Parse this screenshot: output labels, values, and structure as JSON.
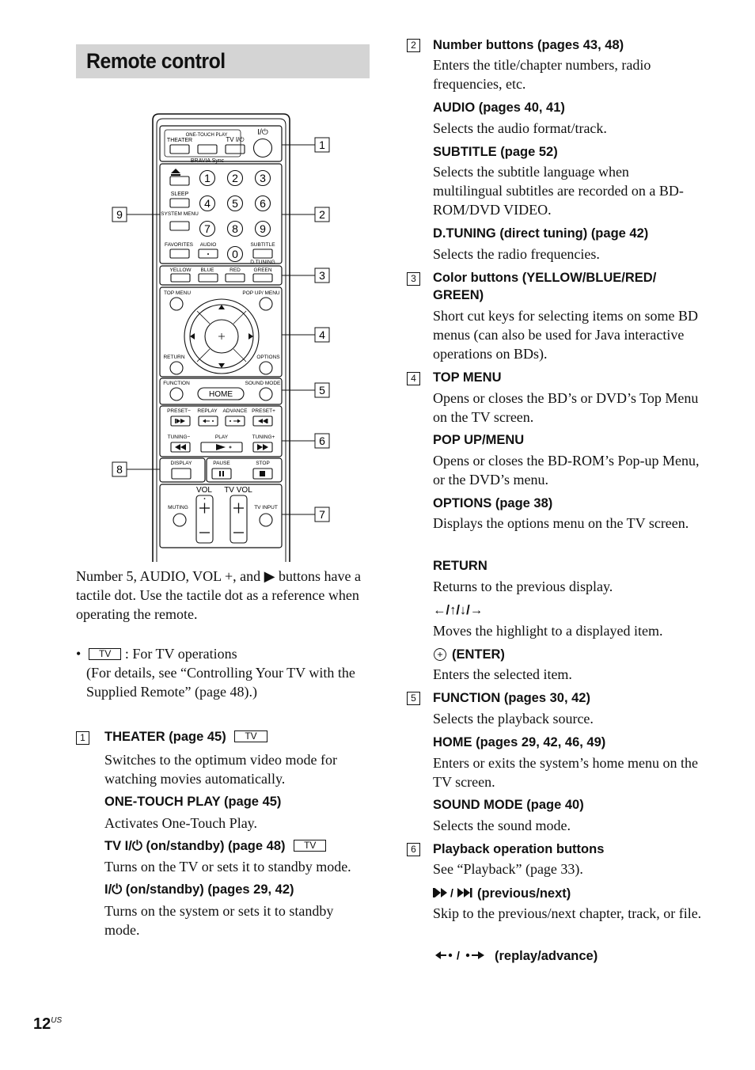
{
  "section_title": "Remote control",
  "remote": {
    "callouts": [
      "1",
      "2",
      "3",
      "4",
      "5",
      "6",
      "7",
      "8",
      "9"
    ],
    "labels": {
      "theater": "THEATER",
      "one_touch_play": "ONE-TOUCH PLAY",
      "tv_power": "TV I/⏻",
      "power": "I/⏻",
      "bravia_sync": "BRAVIA Sync",
      "sleep": "SLEEP",
      "system_menu": "SYSTEM MENU",
      "favorites": "FAVORITES",
      "audio": "AUDIO",
      "subtitle": "SUBTITLE",
      "d_tuning": "D.TUNING",
      "yellow": "YELLOW",
      "blue": "BLUE",
      "red": "RED",
      "green": "GREEN",
      "top_menu": "TOP MENU",
      "popup_menu": "POP UP/ MENU",
      "return": "RETURN",
      "options": "OPTIONS",
      "function": "FUNCTION",
      "home": "HOME",
      "sound_mode": "SOUND MODE",
      "preset_minus": "PRESET−",
      "replay": "REPLAY",
      "advance": "ADVANCE",
      "preset_plus": "PRESET+",
      "tuning_minus": "TUNING−",
      "play": "PLAY",
      "tuning_plus": "TUNING+",
      "display": "DISPLAY",
      "pause": "PAUSE",
      "stop": "STOP",
      "vol": "VOL",
      "tv_vol": "TV VOL",
      "muting": "MUTING",
      "tv_input": "TV INPUT",
      "digits": [
        "1",
        "2",
        "3",
        "4",
        "5",
        "6",
        "7",
        "8",
        "9",
        "0"
      ]
    }
  },
  "left": {
    "tactile_note": "Number 5, AUDIO, VOL +, and ▶ buttons have a tactile dot. Use the tactile dot as a reference when operating the remote.",
    "tv_bullet": "•",
    "tv_badge": "TV",
    "tv_text": ": For TV operations",
    "tv_detail": "(For details, see “Controlling Your TV with the Supplied Remote” (page 48).)",
    "item1_num": "1",
    "item1_head": "THEATER (page 45)",
    "item1_body": "Switches to the optimum video mode for watching movies automatically.",
    "otp_head": "ONE-TOUCH PLAY (page 45)",
    "otp_body": "Activates One-Touch Play.",
    "tvpower_head": "TV I/⏻ (on/standby) (page 48)",
    "tvpower_body": "Turns on the TV or sets it to standby mode.",
    "power_head": "I/⏻ (on/standby) (pages 29, 42)",
    "power_body": "Turns on the system or sets it to standby mode."
  },
  "right": {
    "item2_num": "2",
    "item2_head": "Number buttons (pages 43, 48)",
    "item2_body": "Enters the title/chapter numbers, radio frequencies, etc.",
    "audio_head": "AUDIO (pages 40, 41)",
    "audio_body": "Selects the audio format/track.",
    "subtitle_head": "SUBTITLE (page 52)",
    "subtitle_body": "Selects the subtitle language when multilingual subtitles are recorded on a BD-ROM/DVD VIDEO.",
    "dtuning_head": "D.TUNING (direct tuning) (page 42)",
    "dtuning_body": "Selects the radio frequencies.",
    "item3_num": "3",
    "item3_head": "Color buttons (YELLOW/BLUE/RED/ GREEN)",
    "item3_body": "Short cut keys for selecting items on some BD menus (can also be used for Java interactive operations on BDs).",
    "item4_num": "4",
    "item4_head": "TOP MENU",
    "item4_body": "Opens or closes the BD’s or DVD’s Top Menu on the TV screen.",
    "popup_head": "POP UP/MENU",
    "popup_body": "Opens or closes the BD-ROM’s Pop-up Menu, or the DVD’s menu.",
    "options_head": "OPTIONS (page 38)",
    "options_body": "Displays the options menu on the TV screen.",
    "return_head": "RETURN",
    "return_body": "Returns to the previous display.",
    "arrows_head": "←/↑/↓/→",
    "arrows_body": "Moves the highlight to a displayed item.",
    "enter_head": "(ENTER)",
    "enter_body": "Enters the selected item.",
    "item5_num": "5",
    "item5_head": "FUNCTION (pages 30, 42)",
    "item5_body": "Selects the playback source.",
    "home_head": "HOME (pages 29, 42, 46, 49)",
    "home_body": "Enters or exits the system’s home menu on the TV screen.",
    "sound_head": "SOUND MODE (page 40)",
    "sound_body": "Selects the sound mode.",
    "item6_num": "6",
    "item6_head": "Playback operation buttons",
    "item6_body": "See “Playback” (page 33).",
    "prevnext_head": "(previous/next)",
    "prevnext_body": "Skip to the previous/next chapter, track, or file.",
    "replay_head": "(replay/advance)"
  },
  "page": {
    "number": "12",
    "suffix": "US"
  }
}
